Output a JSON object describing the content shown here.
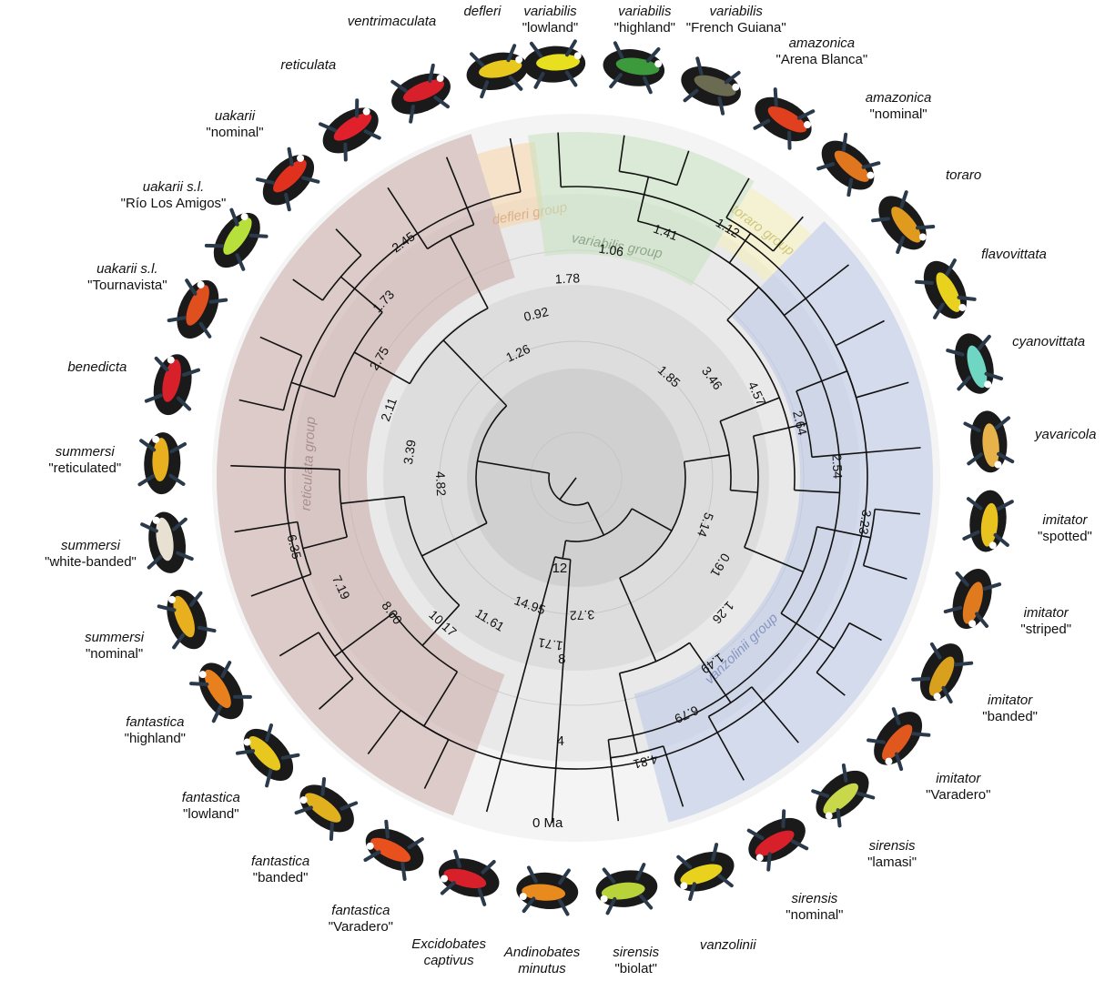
{
  "time_labels": [
    "12",
    "8",
    "4",
    "0 Ma"
  ],
  "groups": [
    {
      "key": "reticulata",
      "label": "reticulata group",
      "color": "#c9a9a6",
      "text_color": "#a98f8c"
    },
    {
      "key": "defleri",
      "label": "defleri group",
      "color": "#f7d2a6",
      "text_color": "#d9b088"
    },
    {
      "key": "variabilis",
      "label": "variabilis group",
      "color": "#c6e1be",
      "text_color": "#8ea88a"
    },
    {
      "key": "toraro",
      "label": "toraro group",
      "color": "#f6f1b8",
      "text_color": "#cfc77a"
    },
    {
      "key": "vanzolinii",
      "label": "vanzolinii group",
      "color": "#b9c6e6",
      "text_color": "#8796c2"
    }
  ],
  "node_ages": [
    "14.95",
    "11.61",
    "10.17",
    "8.00",
    "7.19",
    "6.35",
    "4.82",
    "3.39",
    "2.11",
    "2.75",
    "1.73",
    "2.45",
    "1.26",
    "0.92",
    "1.78",
    "1.06",
    "1.41",
    "1.12",
    "1.85",
    "3.46",
    "4.57",
    "2.64",
    "2.54",
    "3.23",
    "5.14",
    "0.91",
    "1.26",
    "1.49",
    "6.79",
    "4.81",
    "3.72",
    "1.71"
  ],
  "taxa": [
    {
      "species": "variabilis",
      "form": "\"highland\"",
      "icon": "frog-icon",
      "color": "#3c9a3c"
    },
    {
      "species": "variabilis",
      "form": "\"French Guiana\"",
      "icon": "frog-icon",
      "color": "#6b6b52"
    },
    {
      "species": "amazonica",
      "form": "\"Arena Blanca\"",
      "icon": "frog-icon",
      "color": "#e0401e"
    },
    {
      "species": "amazonica",
      "form": "\"nominal\"",
      "icon": "frog-icon",
      "color": "#e0761e"
    },
    {
      "species": "toraro",
      "form": "",
      "icon": "frog-icon",
      "color": "#e09a1e"
    },
    {
      "species": "flavovittata",
      "form": "",
      "icon": "frog-icon",
      "color": "#e8d21e"
    },
    {
      "species": "cyanovittata",
      "form": "",
      "icon": "frog-icon",
      "color": "#6fd6c4"
    },
    {
      "species": "yavaricola",
      "form": "",
      "icon": "frog-icon",
      "color": "#e8b24a"
    },
    {
      "species": "imitator",
      "form": "\"spotted\"",
      "icon": "frog-icon",
      "color": "#e8c21e"
    },
    {
      "species": "imitator",
      "form": "\"striped\"",
      "icon": "frog-icon",
      "color": "#e07a1e"
    },
    {
      "species": "imitator",
      "form": "\"banded\"",
      "icon": "frog-icon",
      "color": "#d9a01e"
    },
    {
      "species": "imitator",
      "form": "\"Varadero\"",
      "icon": "frog-icon",
      "color": "#e0581e"
    },
    {
      "species": "sirensis",
      "form": "\"lamasi\"",
      "icon": "frog-icon",
      "color": "#c8d84a"
    },
    {
      "species": "sirensis",
      "form": "\"nominal\"",
      "icon": "frog-icon",
      "color": "#d8202a"
    },
    {
      "species": "vanzolinii",
      "form": "",
      "icon": "frog-icon",
      "color": "#e8d21e"
    },
    {
      "species": "sirensis",
      "form": "\"biolat\"",
      "icon": "frog-icon",
      "color": "#b8d23a"
    },
    {
      "species": "Andinobates",
      "form": "minutus",
      "icon": "frog-icon",
      "color": "#e88a1e"
    },
    {
      "species": "Excidobates",
      "form": "captivus",
      "icon": "frog-icon",
      "color": "#d8202a"
    },
    {
      "species": "fantastica",
      "form": "\"Varadero\"",
      "icon": "frog-icon",
      "color": "#e8501e"
    },
    {
      "species": "fantastica",
      "form": "\"banded\"",
      "icon": "frog-icon",
      "color": "#e0b01e"
    },
    {
      "species": "fantastica",
      "form": "\"lowland\"",
      "icon": "frog-icon",
      "color": "#e8c81e"
    },
    {
      "species": "fantastica",
      "form": "\"highland\"",
      "icon": "frog-icon",
      "color": "#e8801e"
    },
    {
      "species": "summersi",
      "form": "\"nominal\"",
      "icon": "frog-icon",
      "color": "#e8b01e"
    },
    {
      "species": "summersi",
      "form": "\"white-banded\"",
      "icon": "frog-icon",
      "color": "#e8e0d0"
    },
    {
      "species": "summersi",
      "form": "\"reticulated\"",
      "icon": "frog-icon",
      "color": "#e8b01e"
    },
    {
      "species": "benedicta",
      "form": "",
      "icon": "frog-icon",
      "color": "#d8202a"
    },
    {
      "species": "uakarii s.l.",
      "form": "\"Tournavista\"",
      "icon": "frog-icon",
      "color": "#e0501e"
    },
    {
      "species": "uakarii s.l.",
      "form": "\"Río Los Amigos\"",
      "icon": "frog-icon",
      "color": "#b8e03a"
    },
    {
      "species": "uakarii",
      "form": "\"nominal\"",
      "icon": "frog-icon",
      "color": "#e0301e"
    },
    {
      "species": "reticulata",
      "form": "",
      "icon": "frog-icon",
      "color": "#e0202a"
    },
    {
      "species": "ventrimaculata",
      "form": "",
      "icon": "frog-icon",
      "color": "#d8202a"
    },
    {
      "species": "defleri",
      "form": "",
      "icon": "frog-icon",
      "color": "#e8c81e"
    },
    {
      "species": "variabilis",
      "form": "\"lowland\"",
      "icon": "frog-icon",
      "color": "#e8e01e"
    }
  ]
}
